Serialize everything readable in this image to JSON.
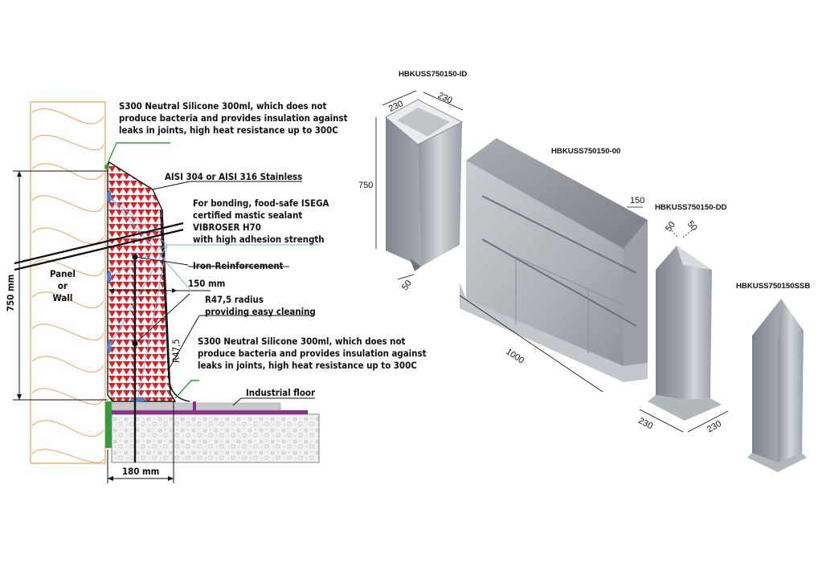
{
  "section": {
    "silicone_top": "S300 Neutral Silicone 300ml, which does not\nproduce bacteria and provides insulation against\nleaks in joints, high heat resistance up to 300C",
    "stainless": "AISI 304 or AISI 316 Stainless",
    "bonding": "For bonding, food-safe ISEGA\ncertified mastic sealant\nVIBROSER H70\nwith high adhesion strength",
    "iron": "Iron-Reinforcement",
    "dim_150mm": "150 mm",
    "radius_note": "R47,5 radius\nproviding easy cleaning",
    "radius_label": "R47,5",
    "silicone_bottom": "S300 Neutral Silicone 300ml, which does not\nproduce bacteria and provides insulation against\nleaks in joints, high heat resistance up to 300C",
    "floor": "Industrial floor",
    "panel": "Panel\nor\nWall",
    "dim_750mm": "750 mm",
    "dim_180mm": "180 mm"
  },
  "products": {
    "id": {
      "code": "HBKUSS750150-ID",
      "w1": "230",
      "w2": "230",
      "h": "750",
      "foot": "50"
    },
    "main": {
      "code": "HBKUSS750150-00",
      "depth": "150",
      "length": "1000"
    },
    "dd": {
      "code": "HBKUSS750150-DD",
      "a": "50",
      "b": "50",
      "w1": "230",
      "w2": "230"
    },
    "ssb": {
      "code": "HBKUSS750150SSB"
    }
  },
  "colors": {
    "panel_border": "#e8a25a",
    "red": "#e01e25",
    "leader_blue": "#7fb4e0",
    "green": "#2f9e3c",
    "purple": "#8a2d8c",
    "steel": "#b9bec4"
  }
}
